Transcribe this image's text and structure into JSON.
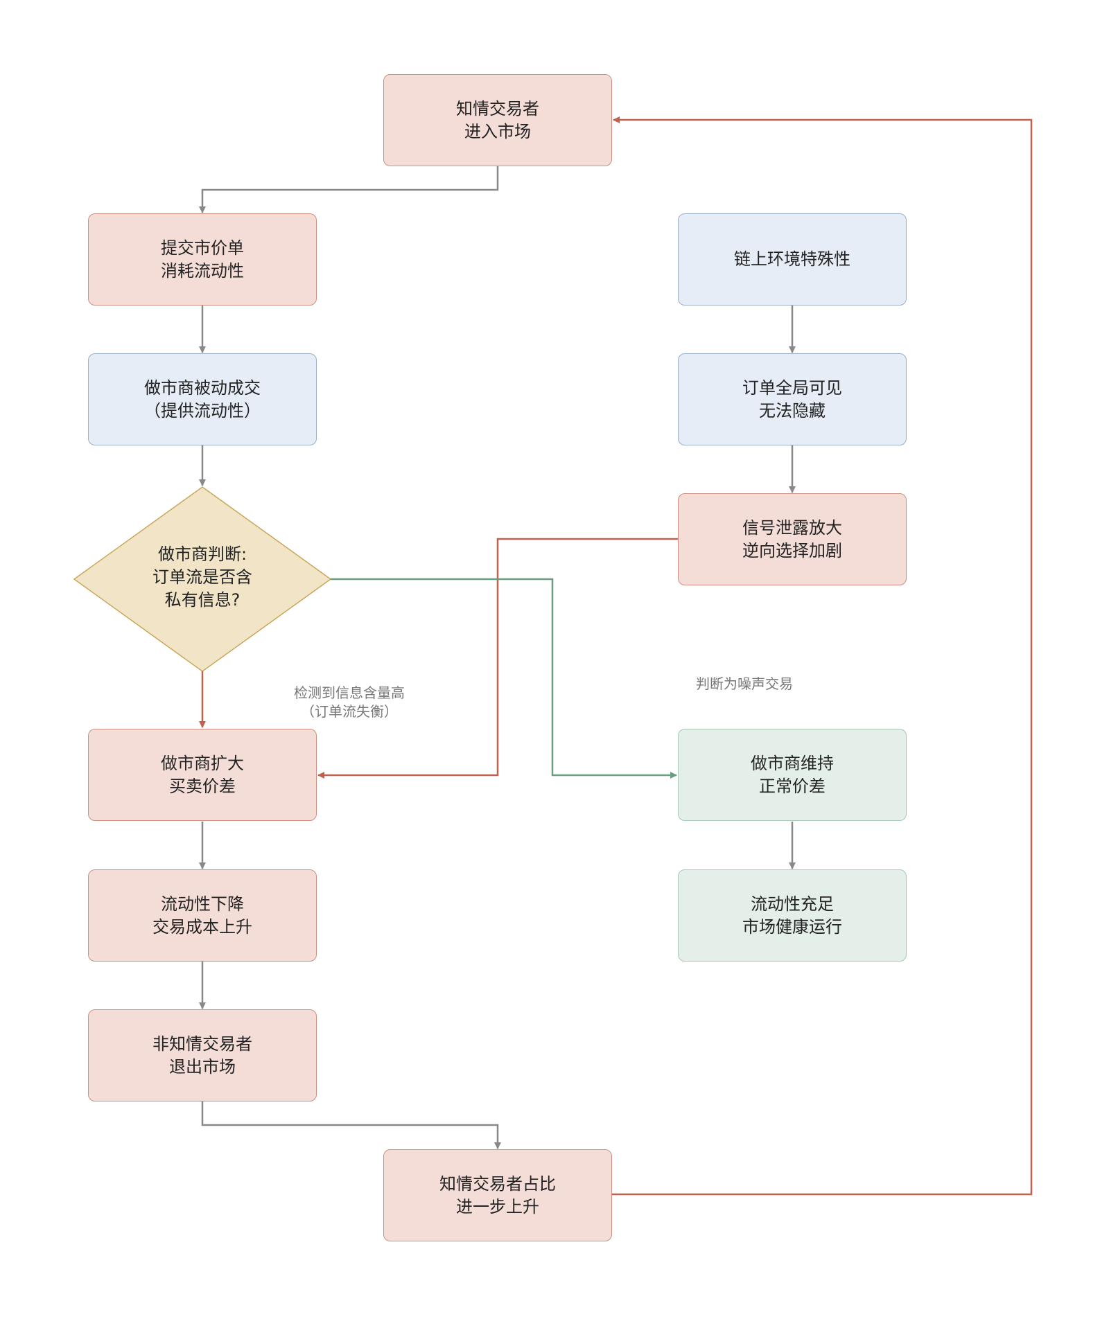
{
  "colors": {
    "red_fill": "#f4ddd7",
    "blue_fill": "#e6edf6",
    "green_fill": "#e3efe8",
    "decision_fill": "#f1e4c7",
    "gray_edge": "#888888",
    "red_edge": "#c0604f",
    "green_edge": "#6a9e80"
  },
  "nodes": {
    "informed_enter": [
      "知情交易者",
      "进入市场"
    ],
    "market_order": [
      "提交市价单",
      "消耗流动性"
    ],
    "mm_passive": [
      "做市商被动成交",
      "（提供流动性）"
    ],
    "decision": [
      "做市商判断:",
      "订单流是否含",
      "私有信息?"
    ],
    "widen_spread": [
      "做市商扩大",
      "买卖价差"
    ],
    "liquidity_down": [
      "流动性下降",
      "交易成本上升"
    ],
    "uninformed_exit": [
      "非知情交易者",
      "退出市场"
    ],
    "informed_share_up": [
      "知情交易者占比",
      "进一步上升"
    ],
    "onchain_env": [
      "链上环境特殊性"
    ],
    "order_visible": [
      "订单全局可见",
      "无法隐藏"
    ],
    "signal_leak": [
      "信号泄露放大",
      "逆向选择加剧"
    ],
    "normal_spread": [
      "做市商维持",
      "正常价差"
    ],
    "liquidity_ok": [
      "流动性充足",
      "市场健康运行"
    ]
  },
  "edge_labels": {
    "high_info": [
      "检测到信息含量高",
      "（订单流失衡）"
    ],
    "noise": [
      "判断为噪声交易"
    ]
  }
}
